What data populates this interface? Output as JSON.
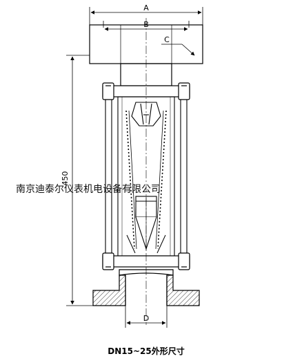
{
  "dimensions": {
    "a": "A",
    "b": "B",
    "c": "C",
    "d": "D",
    "height": "450"
  },
  "watermark": "南京迪泰尔仪表机电设备有限公司",
  "caption": "DN15~25外形尺寸"
}
